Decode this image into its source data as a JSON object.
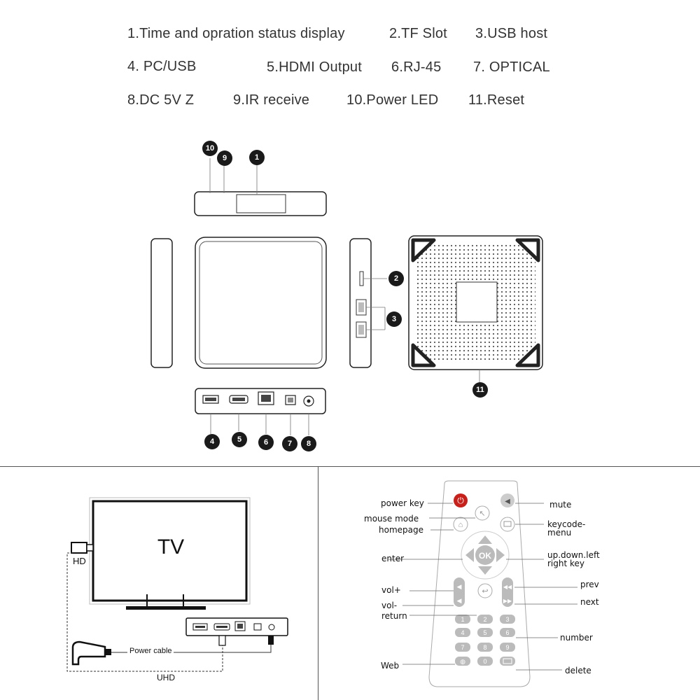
{
  "legend": {
    "items": [
      "1.Time and opration status display",
      "2.TF Slot",
      "3.USB host",
      "4. PC/USB",
      "5.HDMI Output",
      "6.RJ-45",
      "7. OPTICAL",
      "8.DC 5V  Z",
      "9.IR receive",
      "10.Power LED",
      "11.Reset"
    ]
  },
  "callouts": [
    "10",
    "9",
    "1",
    "2",
    "3",
    "11",
    "4",
    "5",
    "6",
    "7",
    "8"
  ],
  "connection": {
    "tv_label": "TV",
    "hd_label": "HD",
    "power_label": "Power cable",
    "uhd_label": "UHD"
  },
  "remote": {
    "labels": {
      "power_key": "power key",
      "mouse_mode": "mouse mode",
      "homepage": "homepage",
      "enter": "enter",
      "vol_up": "vol+",
      "vol_down": "vol-",
      "return": "return",
      "web": "Web",
      "mute": "mute",
      "keycode": "keycode-",
      "menu": "menu",
      "updown": "up.down.left",
      "rightkey": "right key",
      "prev": "prev",
      "next": "next",
      "number": "number",
      "delete": "delete"
    },
    "ok": "OK",
    "digits": [
      "1",
      "2",
      "3",
      "4",
      "5",
      "6",
      "7",
      "8",
      "9",
      "0"
    ]
  }
}
